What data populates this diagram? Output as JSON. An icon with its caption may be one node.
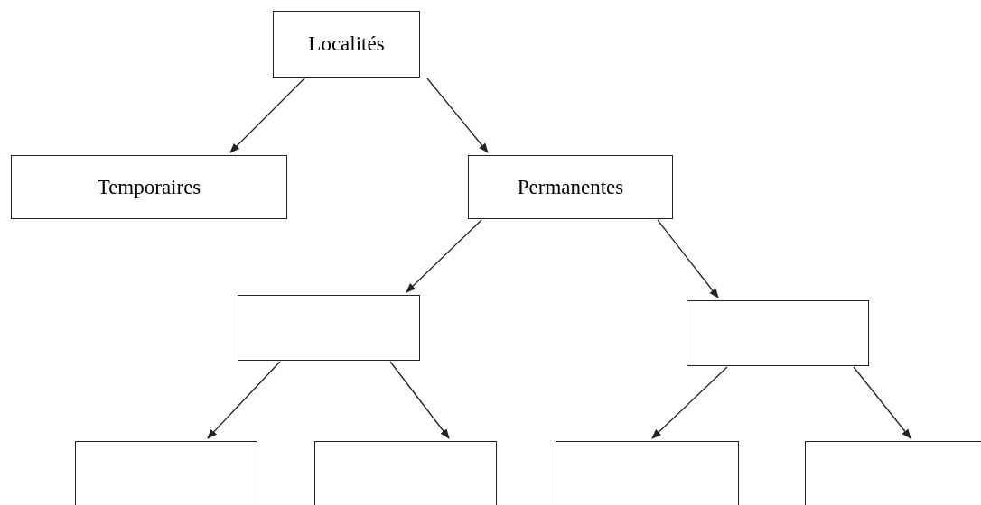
{
  "diagram": {
    "nodes": [
      {
        "text": [
          "Localités"
        ]
      },
      {
        "text": [
          "Temporaires"
        ]
      },
      {
        "text": [
          "Permanentes"
        ]
      },
      {
        "text": [],
        "shape": "box"
      },
      {
        "text": [],
        "shape": "box"
      },
      {
        "text": [],
        "shape": "box"
      },
      {
        "text": [],
        "shape": "box"
      },
      {
        "text": [],
        "shape": "box"
      },
      {
        "text": [],
        "shape": "box"
      }
    ],
    "edges": [
      {
        "from": 0,
        "to": 1,
        "arrow": "to"
      },
      {
        "from": 0,
        "to": 2,
        "arrow": "to"
      },
      {
        "from": 2,
        "to": 3,
        "arrow": "to"
      },
      {
        "from": 2,
        "to": 4,
        "arrow": "to"
      },
      {
        "from": 3,
        "to": 5,
        "arrow": "to"
      },
      {
        "from": 3,
        "to": 6,
        "arrow": "to"
      },
      {
        "from": 4,
        "to": 7,
        "arrow": "to"
      },
      {
        "from": 4,
        "to": 8,
        "arrow": "to"
      }
    ]
  }
}
